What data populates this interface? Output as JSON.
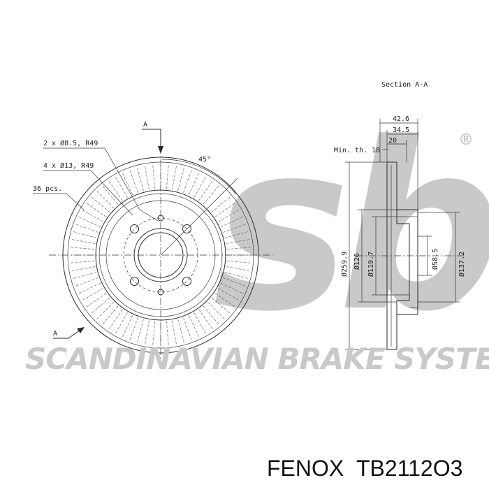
{
  "watermark": {
    "logo": "sbs",
    "registered": "®",
    "slogan": "SCANDINAVIAN BRAKE SYSTEMS",
    "colors": {
      "watermark": "#c9c9c9",
      "line": "#2a2a2a"
    }
  },
  "front_view": {
    "section_marker_top": "A",
    "section_marker_bottom": "A",
    "holes_small": "2 x Ø8.5, R49",
    "holes_large": "4 x Ø13, R49",
    "vanes": "36 pcs.",
    "angle": "45°",
    "vane_count": 36,
    "small_hole_count": 2,
    "large_hole_count": 4
  },
  "section_view": {
    "title": "Section A-A",
    "min_thickness_label": "Min. th.",
    "min_thickness_value": "18",
    "dim_width_total": "42.6",
    "dim_width_hat": "34.5",
    "dim_disc": "20",
    "dia_outer": "Ø259.9",
    "dia_friction_inner": "Ø126",
    "dia_hat_outer": "Ø119.7",
    "dia_center_bore": "Ø58.5",
    "dia_hat_right": "Ø137.2"
  },
  "caption": {
    "brand": "FENOX",
    "part_number": "TB2112O3"
  }
}
